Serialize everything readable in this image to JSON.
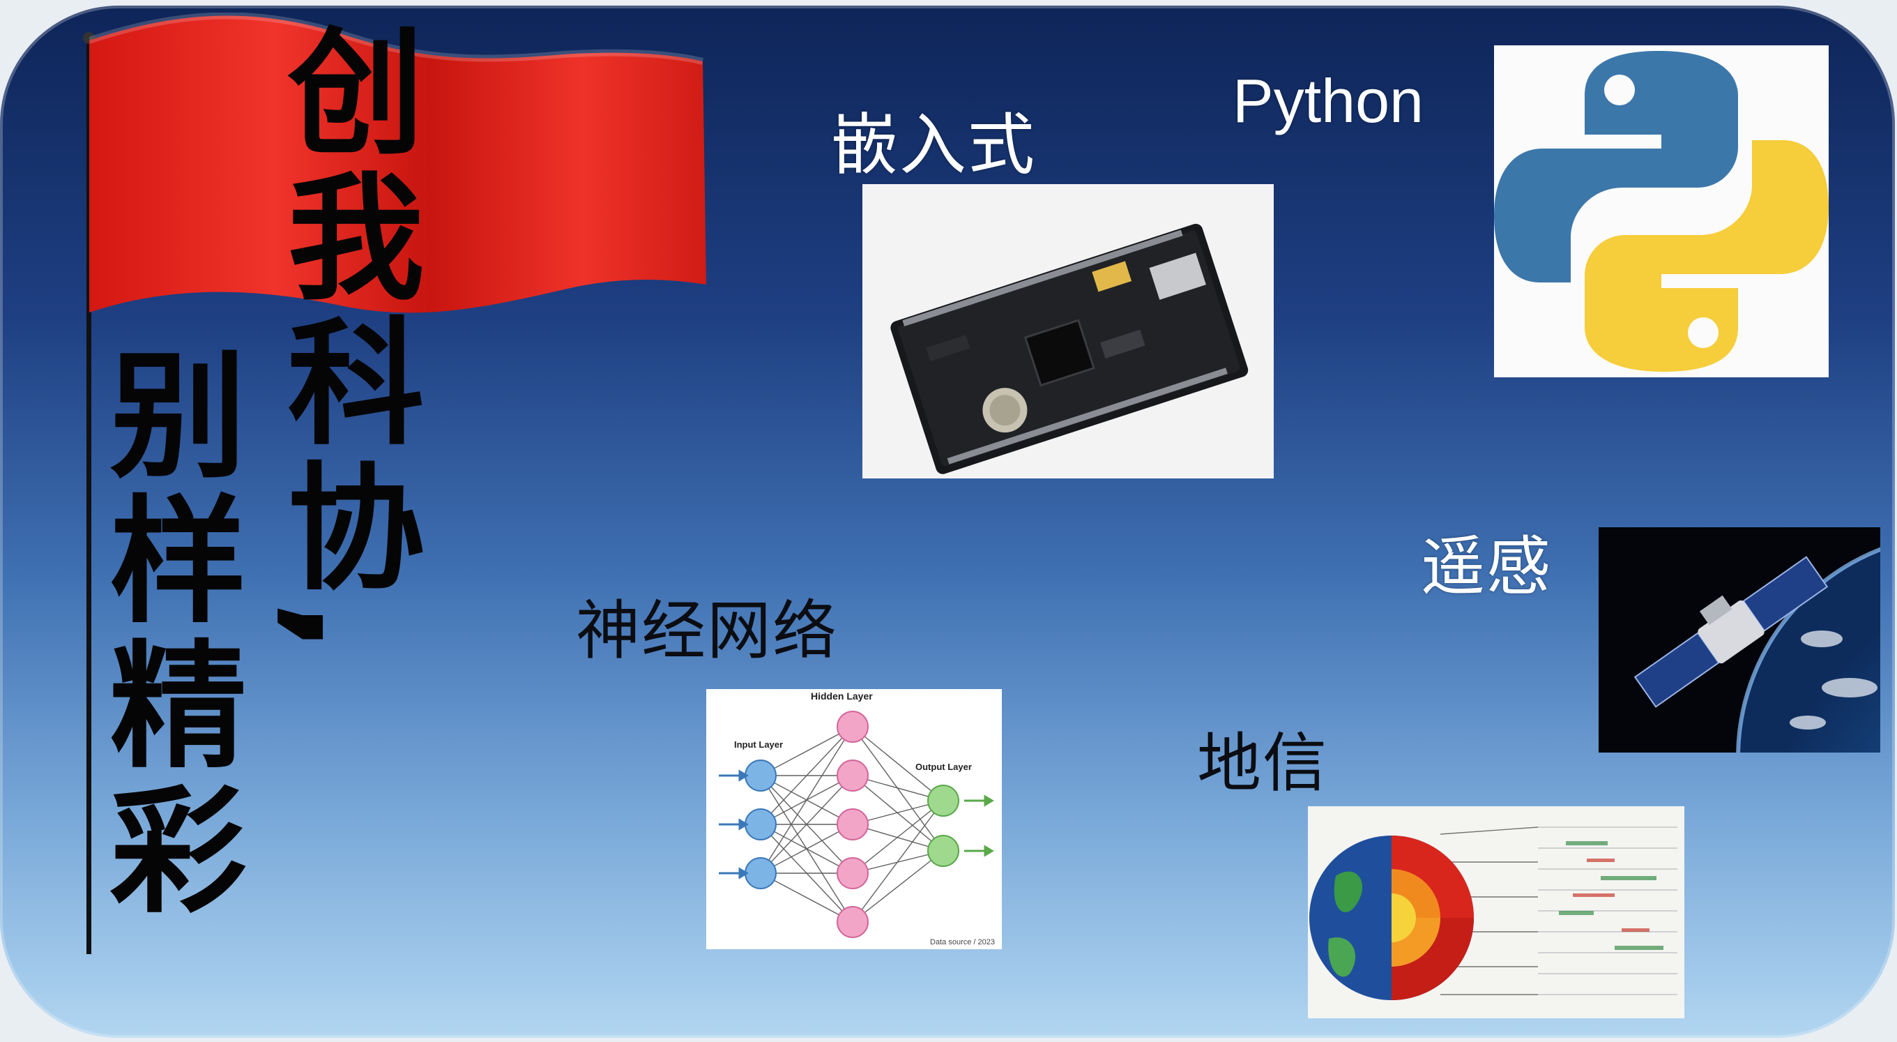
{
  "slogan": {
    "line1": "创我科协,",
    "line2": "别样精彩"
  },
  "labels": {
    "embedded": "嵌入式",
    "python": "Python",
    "remote_sensing": "遥感",
    "neural_network": "神经网络",
    "geo_info": "地信"
  },
  "neural_diagram": {
    "hidden_layer": "Hidden Layer",
    "input_layer": "Input Layer",
    "output_layer": "Output Layer",
    "footer": "Data source / 2023"
  },
  "colors": {
    "flag_red": "#e0231f",
    "python_blue": "#3c77aa",
    "python_yellow": "#f6cd3a",
    "panel_top": "#0e2558",
    "panel_bottom": "#b2d6f1"
  }
}
